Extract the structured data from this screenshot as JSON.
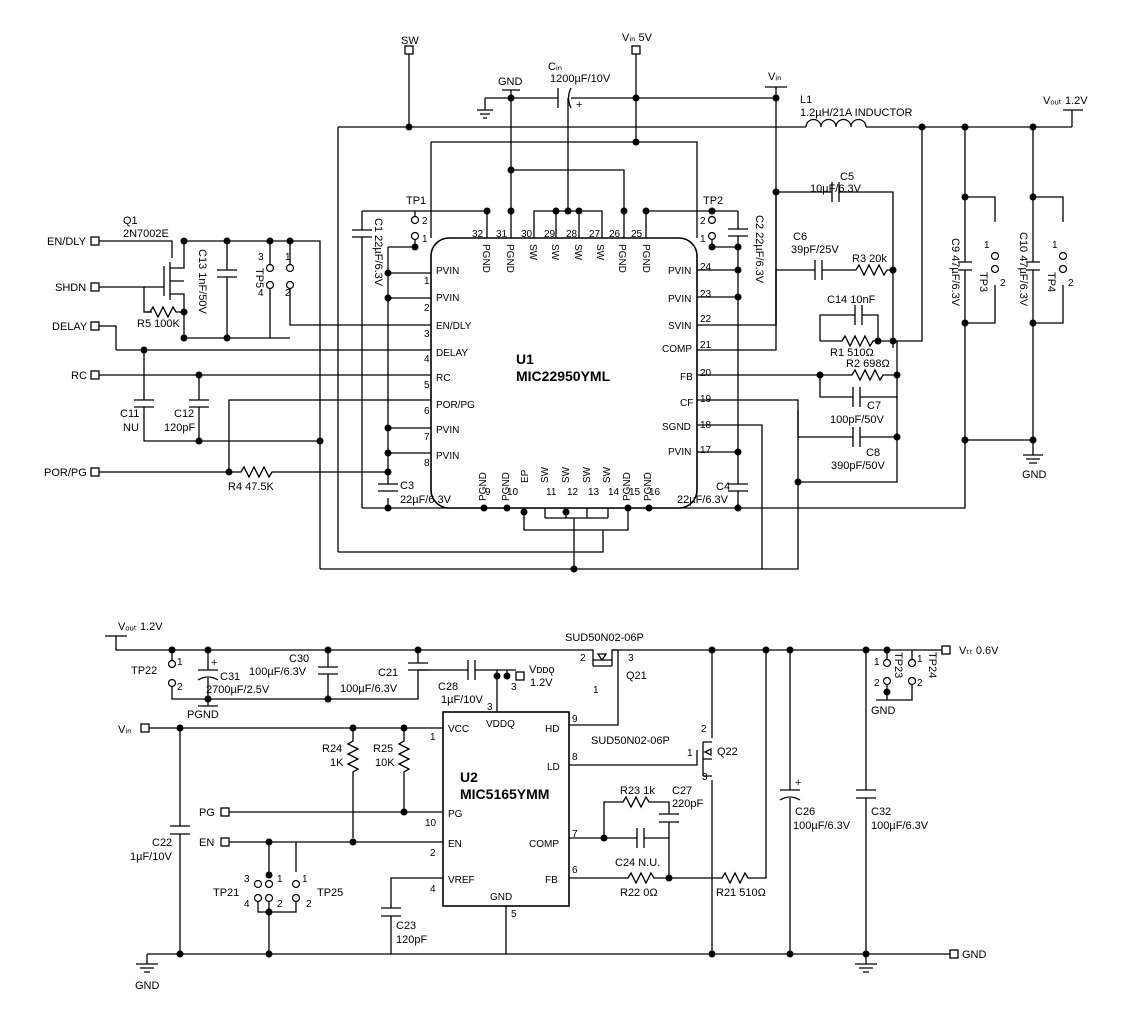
{
  "labels": {
    "sw": "SW",
    "vin5": "Vᵢₙ 5V",
    "gnd_top": "GND",
    "cin": "Cᵢₙ",
    "cin_val": "1200µF/10V",
    "vin_top": "Vᵢₙ",
    "vout1": "Vₒᵤₜ 1.2V",
    "l1": "L1",
    "l1_val": "1.2µH/21A INDUCTOR",
    "q1": "Q1",
    "q1_val": "2N7002E",
    "en_dly": "EN/DLY",
    "shdn": "SHDN",
    "delay": "DELAY",
    "rc": "RC",
    "por_pg": "POR/PG",
    "r5": "R5 100K",
    "c13": "C13  1nF/50V",
    "tp5": "TP5",
    "tp1": "TP1",
    "tp2": "TP2",
    "c1": "C1  22µF/6.3V",
    "c2": "C2  22µF/6.3V",
    "c3": "C3",
    "c3_val": "22µF/6.3V",
    "c4": "C4",
    "c4_val": "22µF/6.3V",
    "c5": "C5",
    "c5_val": "10µF/6.3V",
    "c6": "C6",
    "c6_val": "39pF/25V",
    "r3": "R3 20k",
    "c14": "C14  10nF",
    "r1": "R1 510Ω",
    "r2": "R2 698Ω",
    "c7": "C7",
    "c7_val": "100pF/50V",
    "c8": "C8",
    "c8_val": "390pF/50V",
    "c11": "C11",
    "c11_val": "NU",
    "c12": "C12",
    "c12_val": "120pF",
    "r4": "R4 47.5K",
    "c9": "C9  47µF/6.3V",
    "c10": "C10  47µF/6.3V",
    "tp3": "TP3",
    "tp4": "TP4",
    "gnd_right": "GND",
    "u1": "U1",
    "u1_part": "MIC22950YML",
    "vout2": "Vₒᵤₜ 1.2V",
    "tp22": "TP22",
    "c31": "C31",
    "c31_val": "2700µF/2.5V",
    "pgnd": "PGND",
    "c30": "C30",
    "c30_val": "100µF/6.3V",
    "c21": "C21",
    "c21_val": "100µF/6.3V",
    "c28": "C28",
    "c28_val": "1µF/10V",
    "vddq": "Vᴅᴅǫ",
    "vddq_val": "1.2V",
    "q21_part": "SUD50N02-06P",
    "q21": "Q21",
    "q22_part": "SUD50N02-06P",
    "q22": "Q22",
    "vtt": "Vₜₜ 0.6V",
    "tp23": "TP23",
    "tp24": "TP24",
    "gnd_tp23": "GND",
    "vin2": "Vᵢₙ",
    "r24": "R24",
    "r24_val": "1K",
    "r25": "R25",
    "r25_val": "10K",
    "pg": "PG",
    "en": "EN",
    "c22": "C22",
    "c22_val": "1µF/10V",
    "tp21": "TP21",
    "tp25": "TP25",
    "c23": "C23",
    "c23_val": "120pF",
    "gnd_bl": "GND",
    "u2": "U2",
    "u2_part": "MIC5165YMM",
    "r23": "R23 1k",
    "c27": "C27",
    "c27_val": "220pF",
    "c24": "C24 N.U.",
    "r22": "R22 0Ω",
    "r21": "R21 510Ω",
    "c26": "C26",
    "c26_val": "100µF/6.3V",
    "c32": "C32",
    "c32_val": "100µF/6.3V",
    "gnd_br": "GND"
  },
  "u1_pins": {
    "p1": "PVIN",
    "p2": "PVIN",
    "p3": "EN/DLY",
    "p4": "DELAY",
    "p5": "RC",
    "p6": "POR/PG",
    "p7": "PVIN",
    "p8": "PVIN",
    "p9": "PGND",
    "p10": "PGND",
    "ep": "EP",
    "p11": "SW",
    "p12": "SW",
    "p13": "SW",
    "p14": "SW",
    "p15": "PGND",
    "p16": "PGND",
    "p17": "PVIN",
    "p18": "SGND",
    "p19": "CF",
    "p20": "FB",
    "p21": "COMP",
    "p22": "SVIN",
    "p23": "PVIN",
    "p24": "PVIN",
    "p25": "PGND",
    "p26": "PGND",
    "p27": "SW",
    "p28": "SW",
    "p29": "SW",
    "p30": "SW",
    "p31": "PGND",
    "p32": "PGND"
  },
  "u2_pins": {
    "vcc": "VCC",
    "pg": "PG",
    "en": "EN",
    "vref": "VREF",
    "gnd": "GND",
    "fb": "FB",
    "comp": "COMP",
    "ld": "LD",
    "hd": "HD",
    "vddq": "VDDQ"
  },
  "pin_numbers": [
    "1",
    "2",
    "3",
    "4",
    "5",
    "6",
    "7",
    "8",
    "9",
    "10",
    "11",
    "12",
    "13",
    "14",
    "15",
    "16",
    "17",
    "18",
    "19",
    "20",
    "21",
    "22",
    "23",
    "24",
    "25",
    "26",
    "27",
    "28",
    "29",
    "30",
    "31",
    "32"
  ],
  "u2_pin_numbers": {
    "vcc": "1",
    "pg": "10",
    "en": "2",
    "vref": "4",
    "gnd": "5",
    "fb": "6",
    "comp": "7",
    "ld": "8",
    "hd": "9",
    "vddq": "3"
  },
  "tp_numbers": {
    "one": "1",
    "two": "2",
    "three": "3",
    "four": "4"
  }
}
